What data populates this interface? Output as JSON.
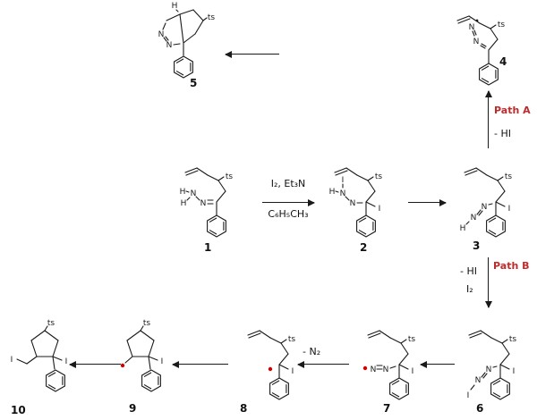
{
  "labels": {
    "ts": "ts",
    "N": "N",
    "H": "H",
    "I": "I"
  },
  "compounds": {
    "c1": {
      "number": "1"
    },
    "c2": {
      "number": "2"
    },
    "c3": {
      "number": "3"
    },
    "c4": {
      "number": "4"
    },
    "c5": {
      "number": "5"
    },
    "c6": {
      "number": "6"
    },
    "c7": {
      "number": "7"
    },
    "c8": {
      "number": "8"
    },
    "c9": {
      "number": "9"
    },
    "c10": {
      "number": "10"
    }
  },
  "annotations": {
    "reagents_line1": "I₂, Et₃N",
    "solvent": "C₆H₅CH₃",
    "path_a": "Path A",
    "path_a_loss": "- HI",
    "path_b": "Path B",
    "path_b_loss": "- HI",
    "path_b_reagent": "I₂",
    "n2_loss": "- N₂"
  },
  "colors": {
    "background": "#ffffff",
    "bond": "#1a1a1a",
    "path_label": "#bf2b2b",
    "radical_dot": "#d40000"
  }
}
